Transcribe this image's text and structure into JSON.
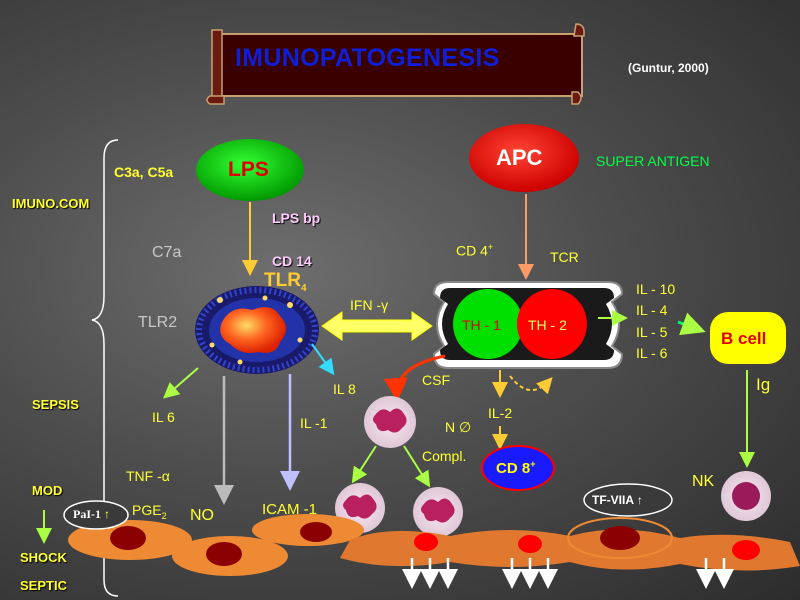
{
  "title": "IMUNOPATOGENESIS",
  "citation": "(Guntur, 2000)",
  "left_labels": {
    "imuno": "IMUNO.COM",
    "sepsis": "SEPSIS",
    "mod": "MOD",
    "shock": "SHOCK",
    "septic": "SEPTIC"
  },
  "nodes": {
    "lps": "LPS",
    "apc": "APC",
    "th1": "TH - 1",
    "th2": "TH - 2",
    "bcell": "B cell",
    "cd8": "CD 8",
    "cd8_sup": "+",
    "pai": "PaI-1",
    "pai_arrow": "↑",
    "tf": "TF-VIIA ↑"
  },
  "labels": {
    "c3a": "C3a, C5a",
    "c7a": "C7a",
    "tlr2": "TLR2",
    "lps_bp": "LPS bp",
    "cd14": "CD 14",
    "tlr4": "TLR",
    "tlr4_sub": "4",
    "super_antigen": "SUPER  ANTIGEN",
    "cd4": "CD 4",
    "cd4_sup": "+",
    "tcr": "TCR",
    "ifn": "IFN -γ",
    "il10": "IL - 10",
    "il4": "IL - 4",
    "il5": "IL - 5",
    "il6_right": "IL - 6",
    "ig": "Ig",
    "csf": "CSF",
    "il8": "IL 8",
    "il6": "IL 6",
    "il1": "IL -1",
    "il2": "IL-2",
    "no_null": "N ∅",
    "compl": "Compl.",
    "tnf": "TNF -α",
    "pge": "PGE",
    "pge_sub": "2",
    "no": "NO",
    "icam": "ICAM -1",
    "nk": "NK"
  },
  "colors": {
    "lps_fill": "#00c800",
    "lps_text": "#dd0000",
    "apc_fill": "#ff0000",
    "th1_fill": "#00e000",
    "th2_fill": "#ff0000",
    "bcell_fill": "#ffff00",
    "bcell_text": "#dd0000",
    "cd8_fill": "#1a1aff",
    "cd8_text": "#ffff00",
    "title_text": "#0f1fd8",
    "banner": "#3a0000"
  }
}
